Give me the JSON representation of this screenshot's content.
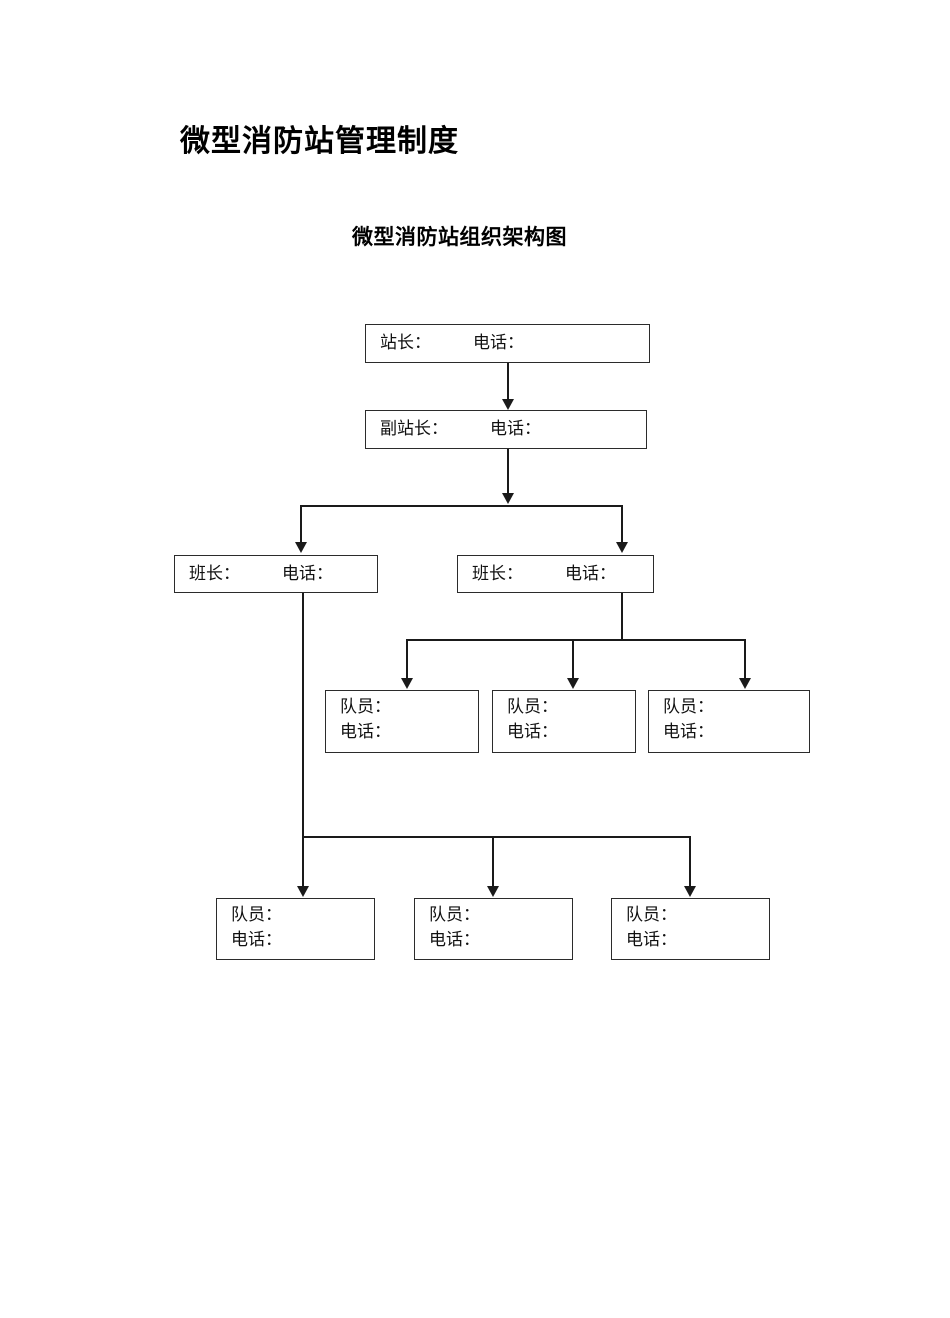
{
  "document": {
    "title": "微型消防站管理制度",
    "chart_title": "微型消防站组织架构图"
  },
  "labels": {
    "station_chief": "站长：",
    "deputy_station_chief": "副站长：",
    "squad_leader": "班长：",
    "member": "队员：",
    "telephone": "电话："
  },
  "org_chart": {
    "nodes": {
      "station_chief": {
        "role": "站长：",
        "phone": "电话："
      },
      "deputy_chief": {
        "role": "副站长：",
        "phone": "电话："
      },
      "squad_leader_left": {
        "role": "班长：",
        "phone": "电话："
      },
      "squad_leader_right": {
        "role": "班长：",
        "phone": "电话："
      },
      "member_m1": {
        "role": "队员：",
        "phone": "电话："
      },
      "member_m2": {
        "role": "队员：",
        "phone": "电话："
      },
      "member_m3": {
        "role": "队员：",
        "phone": "电话："
      },
      "member_b1": {
        "role": "队员：",
        "phone": "电话："
      },
      "member_b2": {
        "role": "队员：",
        "phone": "电话："
      },
      "member_b3": {
        "role": "队员：",
        "phone": "电话："
      }
    }
  },
  "colors": {
    "text": "#000000",
    "box_border": "#2b2b2b",
    "connector": "#1a1a1a",
    "background": "#ffffff"
  }
}
